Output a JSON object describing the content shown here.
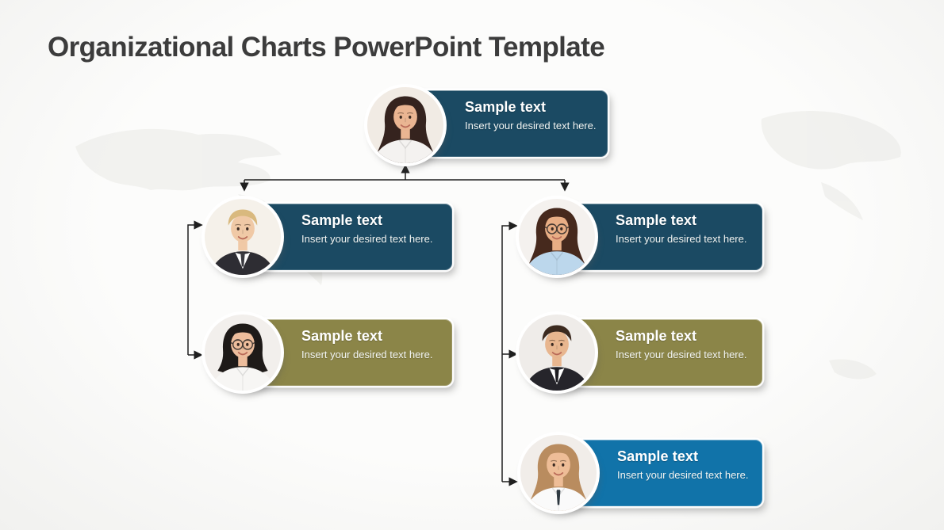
{
  "slide": {
    "title": "Organizational Charts PowerPoint Template"
  },
  "colors": {
    "card_navy": "#1B4A63",
    "card_olive": "#8B8548",
    "card_blue": "#1173A9",
    "connector_line": "#1f1f1f",
    "title_text": "#3c3c3c",
    "card_text": "#ffffff",
    "watermark": "#e8e8e5"
  },
  "nodes": [
    {
      "role": "root",
      "color": "#1B4A63",
      "title": "Sample text",
      "body": "Insert your desired text here.",
      "avatar": {
        "icon": "person-photo",
        "alt": "woman with long dark hair",
        "hair": "long",
        "hair_color": "#35231e",
        "skin_color": "#eab592",
        "shirt_color": "#f4f2f0",
        "suit_color": "",
        "tie_color": "",
        "glasses": false,
        "bg_color": "#f1ebe4"
      }
    },
    {
      "role": "left-child-1",
      "color": "#1B4A63",
      "title": "Sample text",
      "body": "Insert your desired text here.",
      "avatar": {
        "icon": "person-photo",
        "alt": "blond man in dark suit",
        "hair": "short",
        "hair_color": "#d9b97e",
        "skin_color": "#f0c9a6",
        "shirt_color": "#ffffff",
        "suit_color": "#2e2d33",
        "tie_color": "#3a3a40",
        "glasses": false,
        "bg_color": "#f5f1ea"
      }
    },
    {
      "role": "left-child-2",
      "color": "#8B8548",
      "title": "Sample text",
      "body": "Insert your desired text here.",
      "avatar": {
        "icon": "person-photo",
        "alt": "woman with black hair and glasses",
        "hair": "bob",
        "hair_color": "#1e1a18",
        "skin_color": "#edbd9c",
        "shirt_color": "#f7f6f4",
        "suit_color": "",
        "tie_color": "",
        "glasses": true,
        "bg_color": "#f2efec"
      }
    },
    {
      "role": "right-child-1",
      "color": "#1B4A63",
      "title": "Sample text",
      "body": "Insert your desired text here.",
      "avatar": {
        "icon": "person-photo",
        "alt": "woman with glasses in light blue shirt",
        "hair": "long",
        "hair_color": "#46291d",
        "skin_color": "#e8ae85",
        "shirt_color": "#bcd7ec",
        "suit_color": "",
        "tie_color": "",
        "glasses": true,
        "bg_color": "#f4f1ee"
      }
    },
    {
      "role": "right-child-2",
      "color": "#8B8548",
      "title": "Sample text",
      "body": "Insert your desired text here.",
      "avatar": {
        "icon": "person-photo",
        "alt": "man with short dark hair in suit",
        "hair": "short",
        "hair_color": "#3c2a1f",
        "skin_color": "#e8b68f",
        "shirt_color": "#ffffff",
        "suit_color": "#26252b",
        "tie_color": "#1d1c21",
        "glasses": false,
        "bg_color": "#efece9"
      }
    },
    {
      "role": "right-child-3",
      "color": "#1173A9",
      "title": "Sample text",
      "body": "Insert your desired text here.",
      "avatar": {
        "icon": "person-photo",
        "alt": "woman with long light brown hair and tie",
        "hair": "long",
        "hair_color": "#b98c5f",
        "skin_color": "#eebd97",
        "shirt_color": "#fafafa",
        "suit_color": "",
        "tie_color": "#2f3a42",
        "glasses": false,
        "bg_color": "#f1ede9"
      }
    }
  ]
}
